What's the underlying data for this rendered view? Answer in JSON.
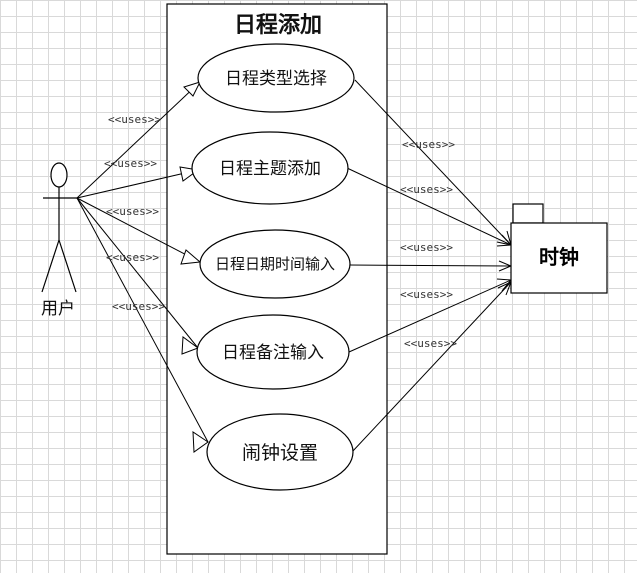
{
  "system_boundary": {
    "title": "日程添加"
  },
  "actor": {
    "name": "用户"
  },
  "external_system": {
    "name": "时钟"
  },
  "use_cases": [
    {
      "label": "日程类型选择"
    },
    {
      "label": "日程主题添加"
    },
    {
      "label": "日程日期时间输入"
    },
    {
      "label": "日程备注输入"
    },
    {
      "label": "闹钟设置"
    }
  ],
  "stereotype": "<<uses>>"
}
